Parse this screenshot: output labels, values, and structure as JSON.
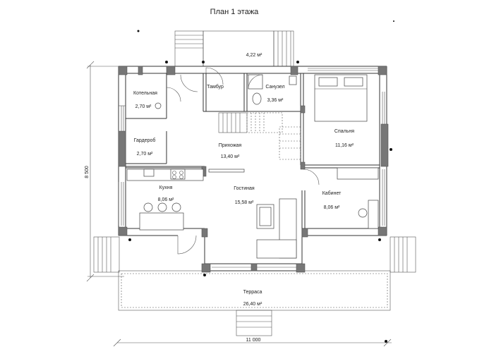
{
  "title": "План 1 этажа",
  "dimensions": {
    "width": "11 000",
    "height": "8 500"
  },
  "rooms": {
    "vestibule": {
      "name": "Тамбур",
      "area": "4,22 м²"
    },
    "bathroom": {
      "name": "Санузел",
      "area": "3,36 м²"
    },
    "boiler": {
      "name": "Котельная",
      "area": "2,70 м²"
    },
    "wardrobe": {
      "name": "Гардероб",
      "area": "2,70 м²"
    },
    "hall": {
      "name": "Прихожая",
      "area": "13,40 м²"
    },
    "bedroom": {
      "name": "Спальня",
      "area": "11,16 м²"
    },
    "kitchen": {
      "name": "Кухня",
      "area": "8,06 м²"
    },
    "living": {
      "name": "Гостиная",
      "area": "15,58 м²"
    },
    "study": {
      "name": "Кабинет",
      "area": "8,06 м²"
    },
    "terrace": {
      "name": "Терраса",
      "area": "26,40 м²"
    }
  }
}
